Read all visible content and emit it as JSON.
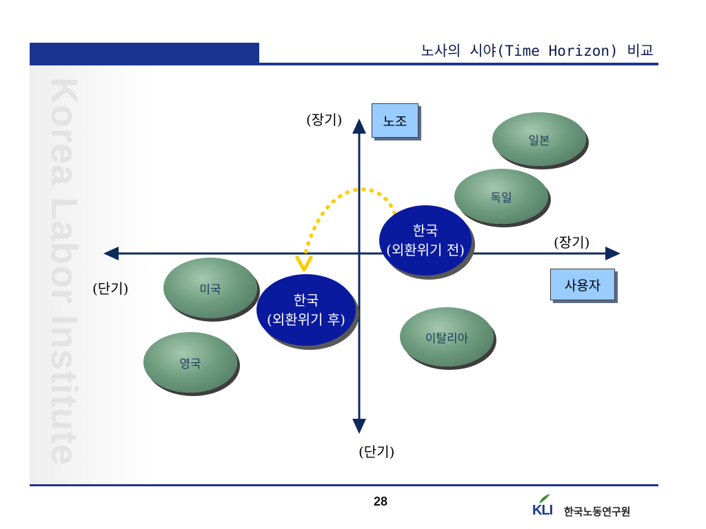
{
  "header": {
    "title": "노사의 시야(Time Horizon) 비교"
  },
  "watermark": {
    "text": "Korea Labor Institute"
  },
  "axes": {
    "vertical_top": "(장기)",
    "vertical_bottom": "(단기)",
    "horizontal_right": "(장기)",
    "horizontal_left": "(단기)",
    "vertical_title": "노조",
    "horizontal_title": "사용자"
  },
  "nodes": {
    "japan": "일본",
    "germany": "독일",
    "korea_before": {
      "line1": "한국",
      "line2": "(외환위기 전)"
    },
    "korea_after": {
      "line1": "한국",
      "line2": "(외환위기 후)"
    },
    "usa": "미국",
    "uk": "영국",
    "italy": "이탈리아"
  },
  "colors": {
    "header_blue": "#1a3591",
    "axis": "#0d2a5c",
    "box_fill": "#99ccff",
    "node_green": "#6f9c7f",
    "node_blue": "#0a1a9e",
    "dotted_arrow": "#ffcc00"
  },
  "footer": {
    "page_number": "28",
    "logo_text": "KLI",
    "logo_name": "한국노동연구원"
  }
}
